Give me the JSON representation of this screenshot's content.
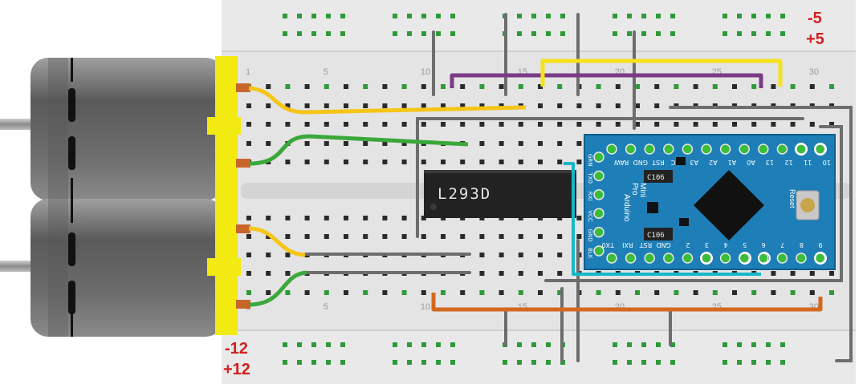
{
  "rails": {
    "top_minus": "-5",
    "top_plus": "+5",
    "bottom_minus": "-12",
    "bottom_plus": "+12"
  },
  "column_numbers": [
    "1",
    "5",
    "10",
    "15",
    "20",
    "25",
    "30"
  ],
  "driver_chip": {
    "label": "L293D"
  },
  "arduino": {
    "board_text": [
      "Arduino",
      "Pro",
      "Mini"
    ],
    "top_pins": [
      "GRN",
      "TX0",
      "RXI",
      "VCC",
      "GND",
      "BLK"
    ],
    "header_top": [
      "RAW",
      "GND",
      "RST",
      "VCC",
      "A3",
      "A2",
      "A1",
      "A0",
      "13",
      "12",
      "11",
      "10"
    ],
    "header_bottom": [
      "TX0",
      "RXI",
      "RST",
      "GND",
      "2",
      "3",
      "4",
      "5",
      "6",
      "7",
      "8",
      "9"
    ],
    "cap_label": "C106",
    "reset_label": "Reset"
  },
  "colors": {
    "motor_mount": "#f2ea11",
    "wire_yellow": "#f5c518",
    "wire_green": "#3aa83a",
    "wire_purple": "#7b3a87",
    "wire_orange": "#d2691e",
    "wire_gray": "#6d6d6d",
    "wire_cyan": "#16b8c8",
    "arduino_board": "#1e7fb8",
    "rail_label": "#d21f1f"
  }
}
